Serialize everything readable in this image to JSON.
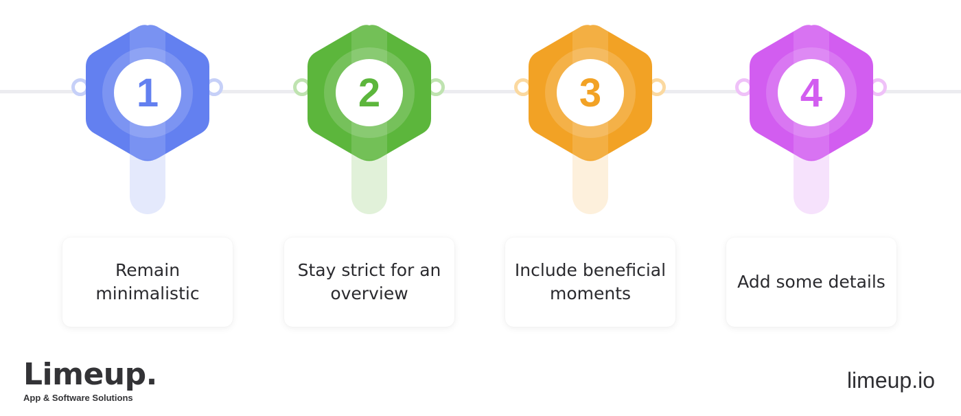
{
  "steps": [
    {
      "number": "1",
      "label": "Remain minimalistic",
      "color": "#6380f0",
      "light": "#c6d0f8",
      "stem": "#e4e9fc"
    },
    {
      "number": "2",
      "label": "Stay strict for an overview",
      "color": "#5cb63c",
      "light": "#bfe3b0",
      "stem": "#e1f1d9"
    },
    {
      "number": "3",
      "label": "Include beneficial moments",
      "color": "#f2a225",
      "light": "#fbd9a0",
      "stem": "#fdf0dc"
    },
    {
      "number": "4",
      "label": "Add some details",
      "color": "#d25df0",
      "light": "#efc1f8",
      "stem": "#f6e2fc"
    }
  ],
  "brand": {
    "name": "Limeup.",
    "tagline": "App & Software Solutions",
    "website": "limeup.io"
  }
}
